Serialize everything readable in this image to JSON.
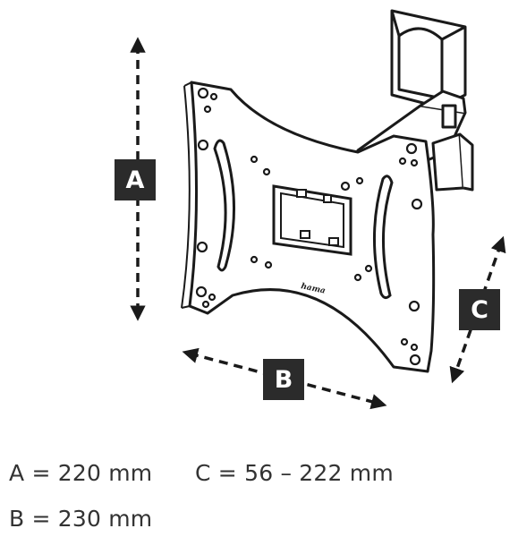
{
  "labels": {
    "a": "A",
    "b": "B",
    "c": "C"
  },
  "brand_logo": "hama",
  "measurements": {
    "a": "A = 220 mm",
    "b": "B = 230 mm",
    "c": "C = 56 – 222 mm"
  },
  "colors": {
    "line": "#1a1a1a",
    "label_bg": "#2b2b2b",
    "label_text": "#ffffff",
    "text": "#333333"
  }
}
